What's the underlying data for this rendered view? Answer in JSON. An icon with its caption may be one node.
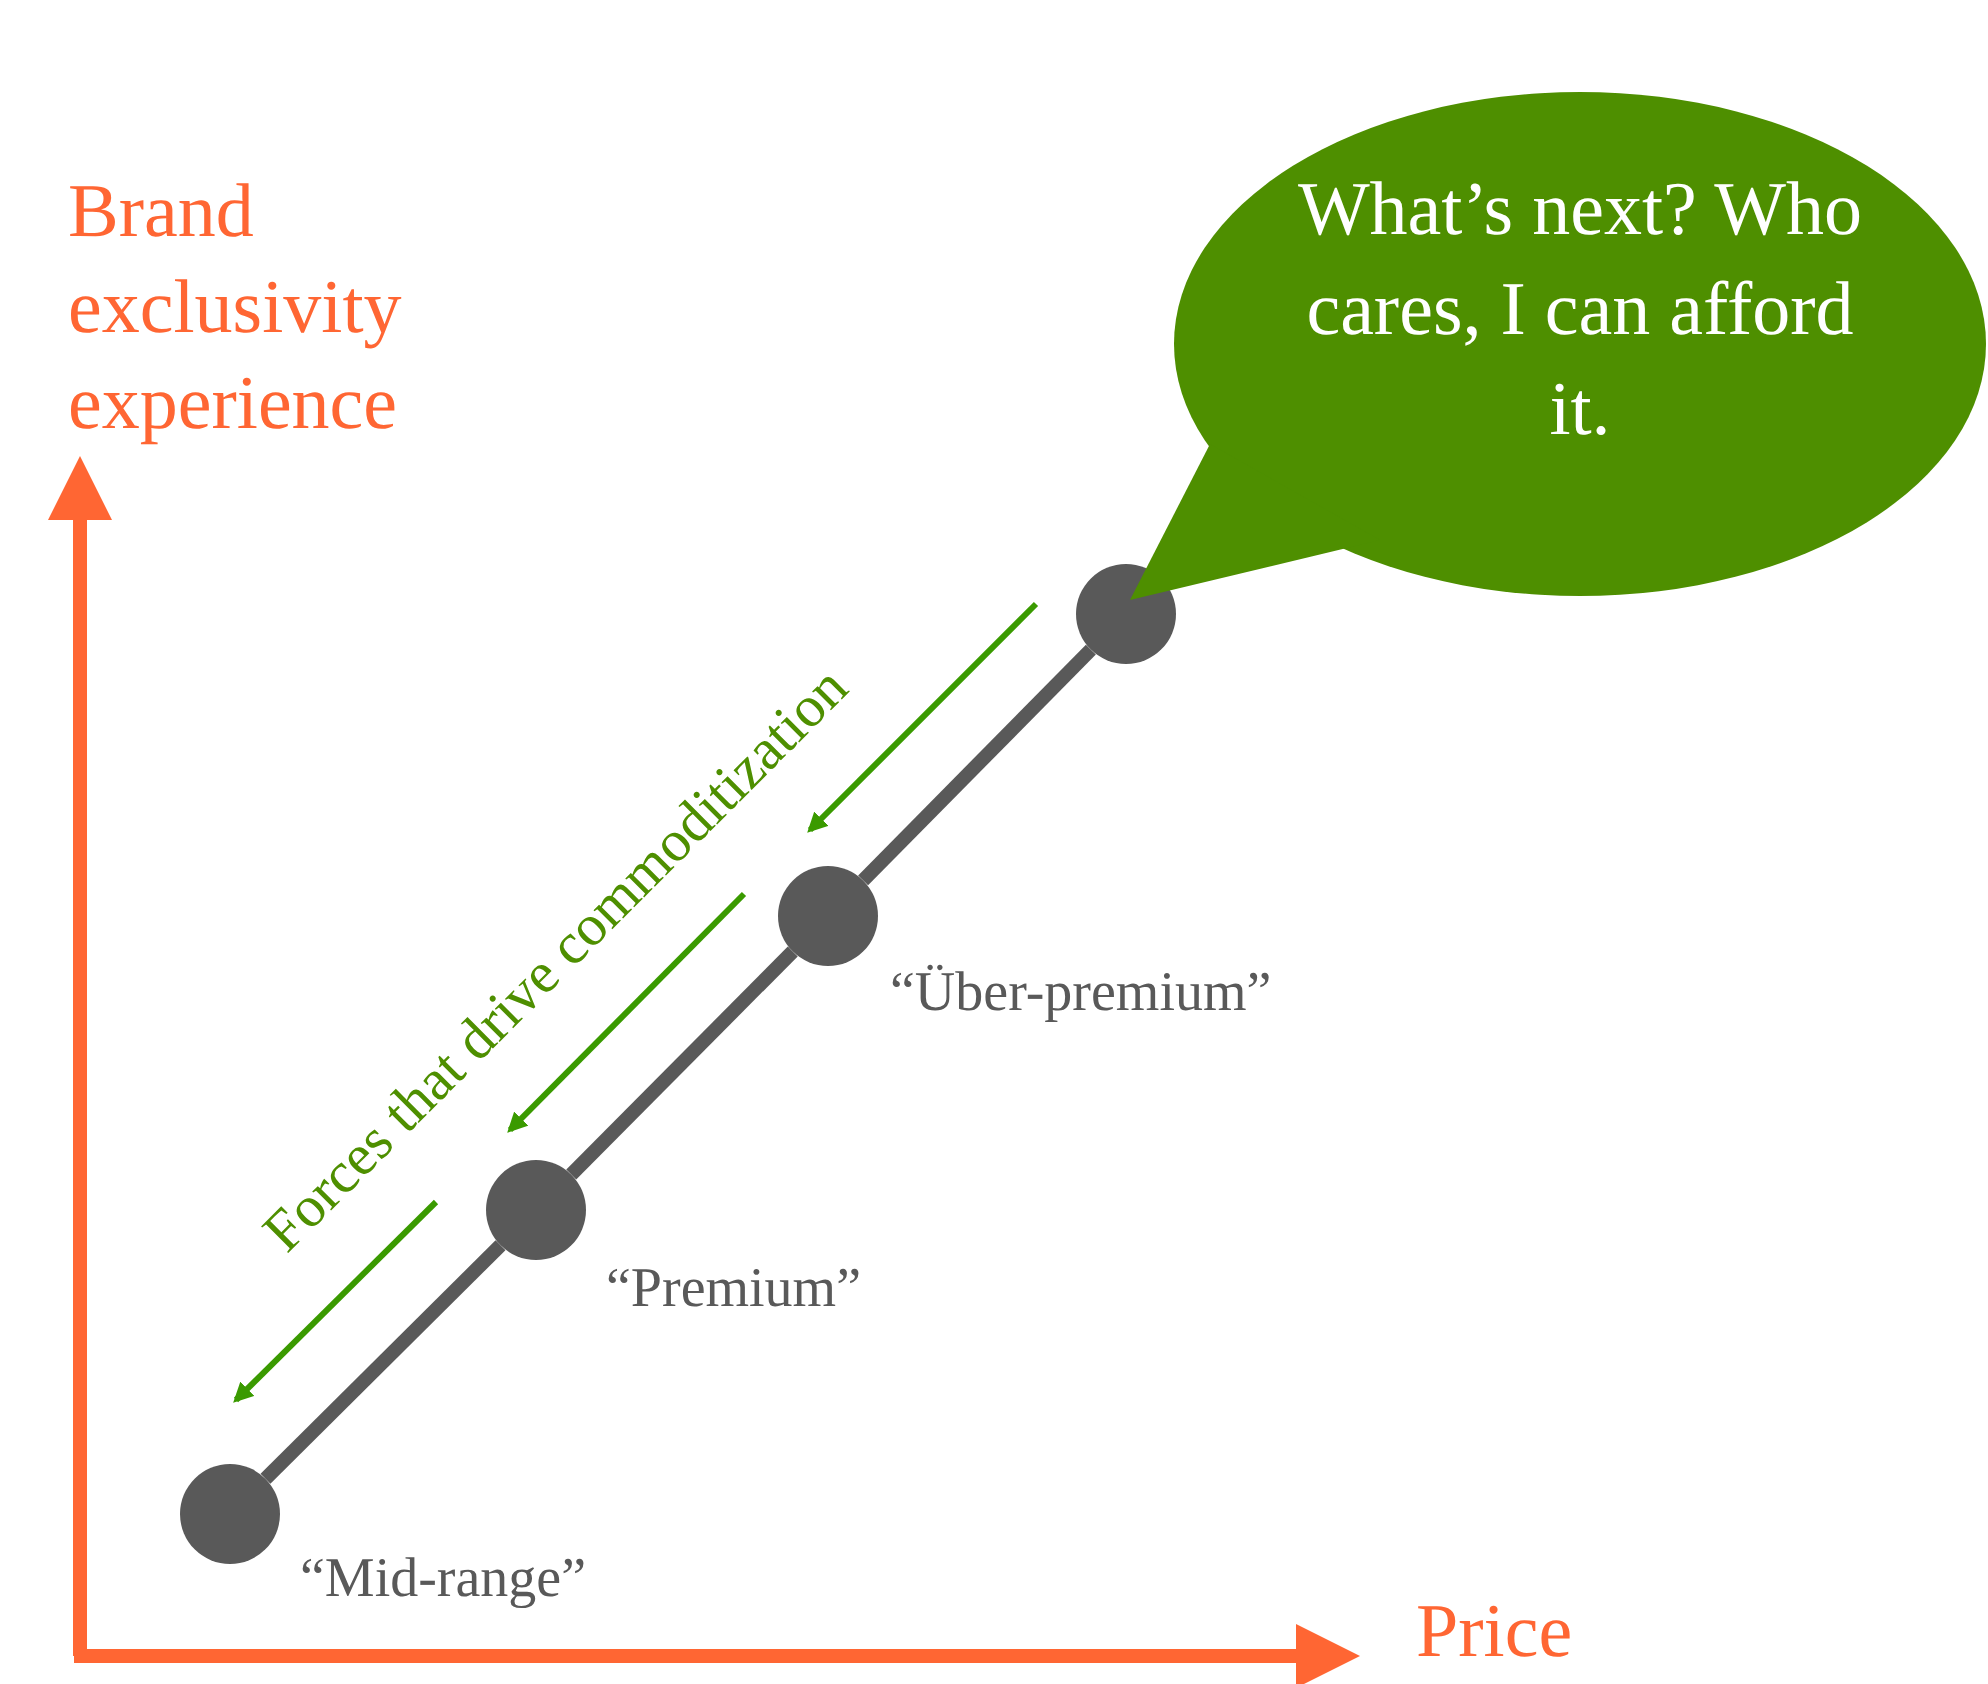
{
  "diagram": {
    "nodes": [
      {
        "text": [],
        "shape": "circle",
        "beside": [
          "“Mid-range”"
        ]
      },
      {
        "text": [],
        "shape": "circle",
        "beside": [
          "“Premium”"
        ]
      },
      {
        "text": [],
        "shape": "circle",
        "beside": [
          "“Über-premium”"
        ]
      },
      {
        "text": [],
        "shape": "circle"
      },
      {
        "text": [
          "What’s next? Who cares, I can afford it."
        ]
      }
    ],
    "edges": [
      {
        "from": 0,
        "to": 1,
        "arrow": "none"
      },
      {
        "from": 1,
        "to": 2,
        "arrow": "none"
      },
      {
        "from": 2,
        "to": 3,
        "arrow": "none"
      }
    ],
    "labels": [
      "Brand exclusivity experience",
      "Forces that drive commoditization",
      "Price"
    ]
  }
}
